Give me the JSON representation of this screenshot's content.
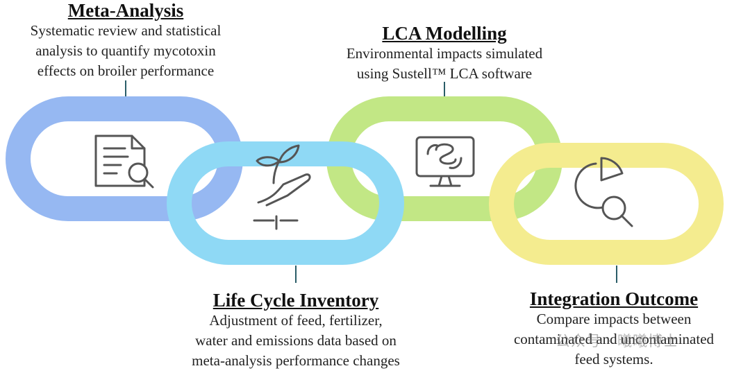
{
  "steps": [
    {
      "id": "meta",
      "title": "Meta-Analysis",
      "description": "Systematic review and statistical\nanalysis  to quantify mycotoxin\neffects on broiler performance",
      "icon": "document-search-icon",
      "color": "#96b8f2"
    },
    {
      "id": "lci",
      "title": "Life Cycle Inventory",
      "description": "Adjustment of feed, fertilizer,\nwater and emissions data based on\nmeta-analysis performance changes",
      "icon": "plant-hand-icon",
      "color": "#8fd9f5"
    },
    {
      "id": "lca",
      "title": "LCA Modelling",
      "description": "Environmental impacts simulated\nusing Sustell™ LCA software",
      "icon": "monitor-icon",
      "color": "#c2e785"
    },
    {
      "id": "int",
      "title": "Integration Outcome",
      "description": "Compare impacts between\ncontaminated and uncontaminated\nfeed systems.",
      "icon": "pie-chart-search-icon",
      "color": "#f4ec8f"
    }
  ],
  "watermark": "公众号 · 曦曦博士"
}
